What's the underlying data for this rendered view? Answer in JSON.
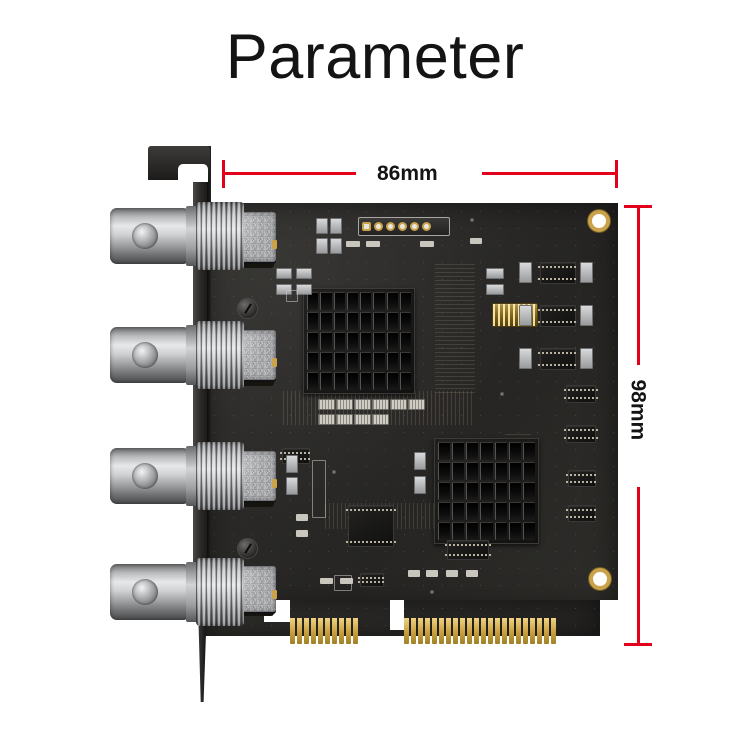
{
  "page": {
    "title": "Parameter",
    "background_color": "#ffffff",
    "text_color": "#141414"
  },
  "dimensions": {
    "accent_color": "#e2001a",
    "width": {
      "label": "86mm",
      "orientation": "horizontal",
      "measures": "board width"
    },
    "height": {
      "label": "98mm",
      "orientation": "vertical",
      "measures": "board height including bracket"
    }
  },
  "product": {
    "name": "pcie-capture-card",
    "board_color": "#2b2a28",
    "bracket": {
      "name": "low-profile-mounting-bracket",
      "color": "#2a2927"
    },
    "edge_connector": {
      "name": "pcie-gold-fingers",
      "color": "#c9a13d",
      "segments": [
        10,
        22
      ]
    },
    "connectors": [
      {
        "name": "bnc-connector-1",
        "type": "BNC",
        "finish": "nickel"
      },
      {
        "name": "bnc-connector-2",
        "type": "BNC",
        "finish": "nickel"
      },
      {
        "name": "bnc-connector-3",
        "type": "BNC",
        "finish": "nickel"
      },
      {
        "name": "bnc-connector-4",
        "type": "BNC",
        "finish": "nickel"
      }
    ],
    "heatsinks": [
      {
        "name": "heatsink-upper",
        "fin_columns": 8,
        "fin_rows": 5
      },
      {
        "name": "heatsink-lower",
        "fin_columns": 7,
        "fin_rows": 5
      }
    ],
    "pin_header": {
      "name": "pin-header-6pin",
      "pins": 6
    },
    "mounting_holes": [
      {
        "name": "mounting-hole-top-right",
        "plating": "gold"
      },
      {
        "name": "mounting-hole-bottom-right",
        "plating": "gold"
      }
    ]
  }
}
